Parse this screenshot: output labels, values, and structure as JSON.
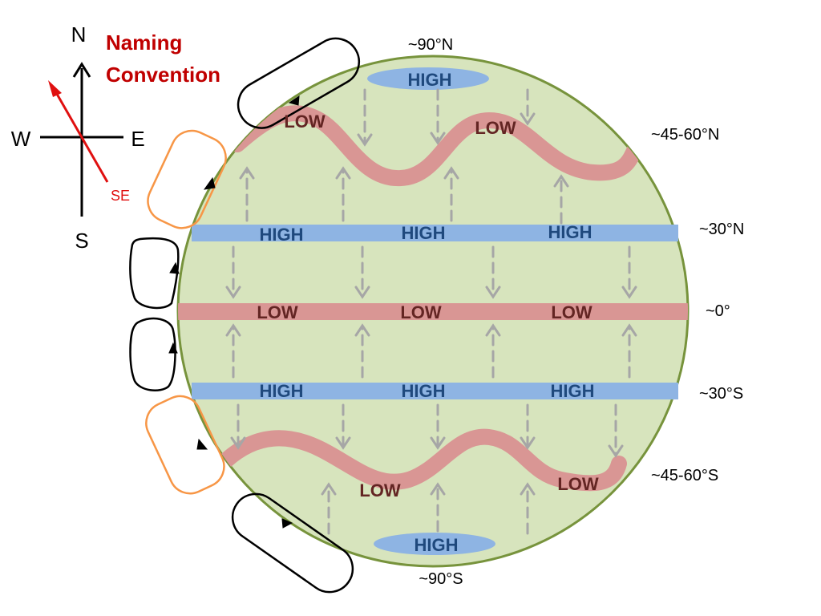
{
  "naming_convention": {
    "title_line1": "Naming",
    "title_line2": "Convention",
    "title_color": "#c00000",
    "compass": {
      "north": "N",
      "south": "S",
      "east": "E",
      "west": "W",
      "example_wind": "SE",
      "example_color": "#e01010"
    }
  },
  "latitudes": {
    "north_pole": "~90°N",
    "north_mid": "~45-60°N",
    "north_subtropic": "~30°N",
    "equator": "~0°",
    "south_subtropic": "~30°S",
    "south_mid": "~45-60°S",
    "south_pole": "~90°S"
  },
  "pressure_labels": {
    "north_pole_high": "HIGH",
    "north_polar_front_lows": [
      "LOW",
      "LOW"
    ],
    "north_subtropical_highs": [
      "HIGH",
      "HIGH",
      "HIGH"
    ],
    "equatorial_lows": [
      "LOW",
      "LOW",
      "LOW"
    ],
    "south_subtropical_highs": [
      "HIGH",
      "HIGH",
      "HIGH"
    ],
    "south_polar_front_lows": [
      "LOW",
      "LOW"
    ],
    "south_pole_high": "HIGH"
  },
  "colors": {
    "earth_fill": "#d7e4bd",
    "earth_outline": "#77933c",
    "high_band": "#8eb4e3",
    "high_text": "#1f497d",
    "low_band": "#d99694",
    "low_text": "#632523",
    "vertical_arrows": "#a6a6a6",
    "polar_cell": "#000000",
    "ferrel_cell": "#f79646",
    "hadley_cell": "#000000"
  }
}
